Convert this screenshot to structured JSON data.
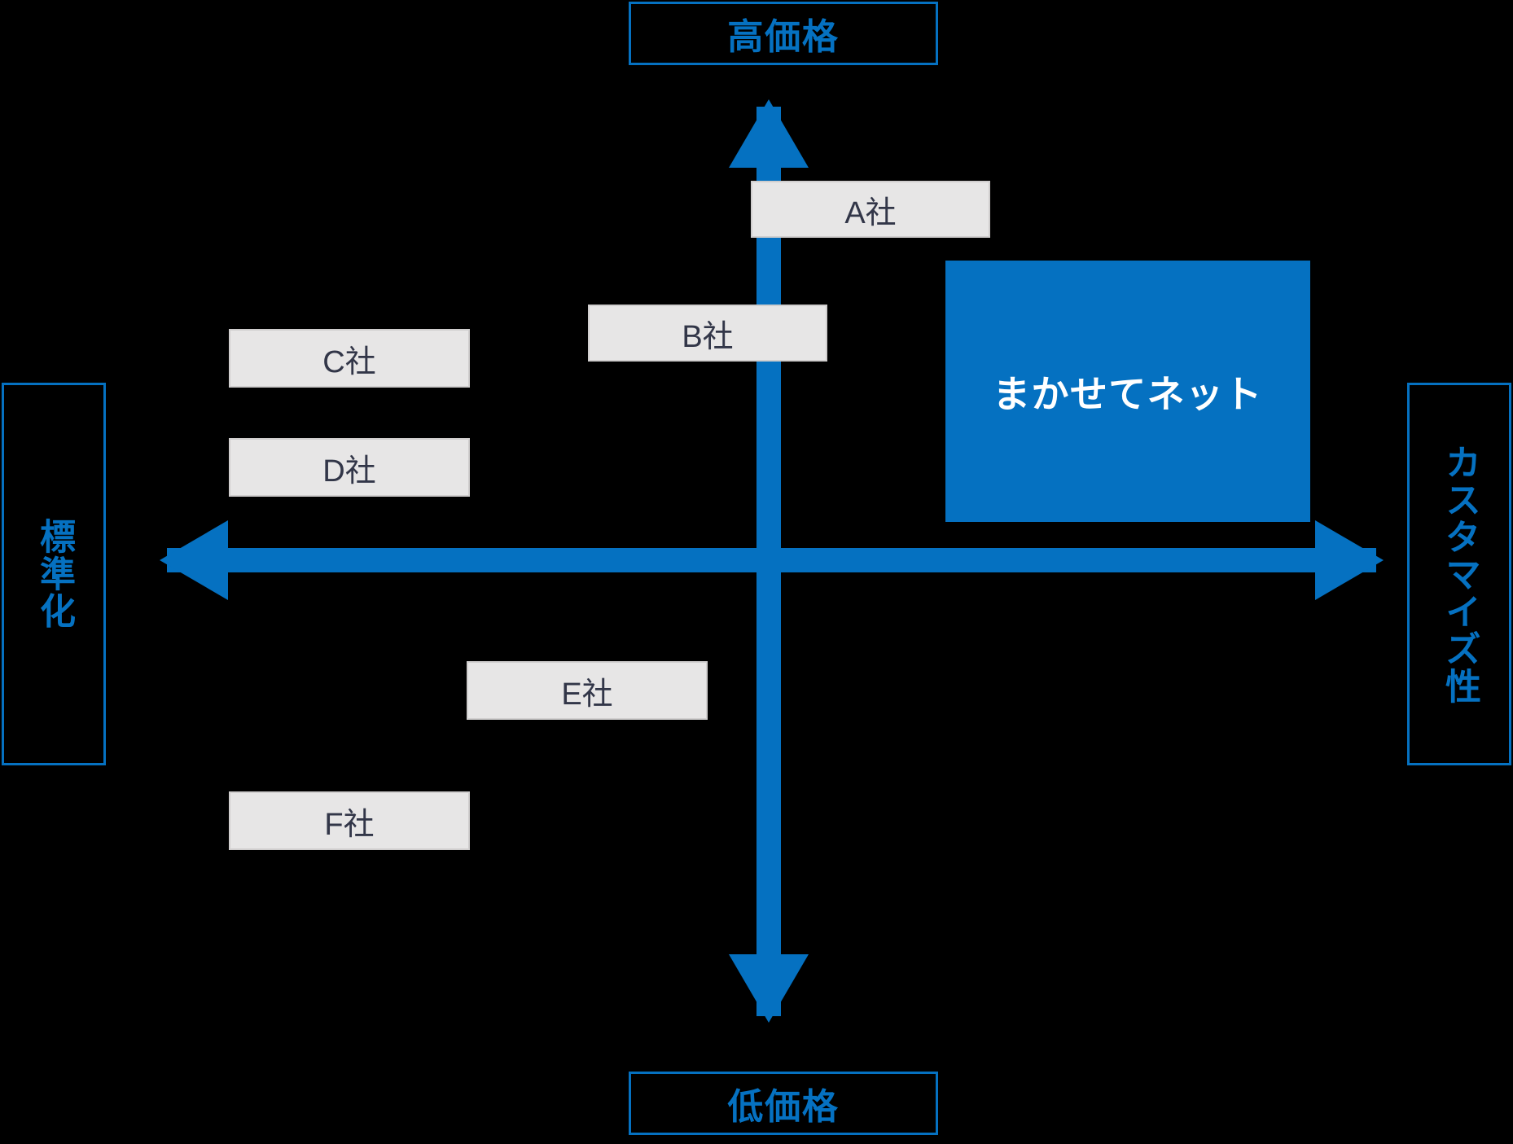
{
  "diagram": {
    "type": "positioning-map",
    "title": "",
    "accent_color": "#0571C1",
    "box_fill_color": "#E7E6E6",
    "box_border_color": "#D0CECE",
    "box_text_color": "#323648",
    "own_box_text_color": "#FFFFFF",
    "background_color": "#000000"
  },
  "axes": {
    "vertical": {
      "top_label": "高価格",
      "bottom_label": "低価格",
      "orientation": "vertical",
      "arrow_style": "double-headed"
    },
    "horizontal": {
      "left_label": "標準化",
      "right_label": "カスタマイズ性",
      "orientation": "horizontal",
      "arrow_style": "double-headed"
    }
  },
  "plot_items": [
    {
      "id": "a",
      "label": "A社",
      "kind": "competitor",
      "quadrant": "upper-center"
    },
    {
      "id": "b",
      "label": "B社",
      "kind": "competitor",
      "quadrant": "upper-center"
    },
    {
      "id": "c",
      "label": "C社",
      "kind": "competitor",
      "quadrant": "upper-left"
    },
    {
      "id": "d",
      "label": "D社",
      "kind": "competitor",
      "quadrant": "upper-left"
    },
    {
      "id": "own",
      "label": "まかせてネット",
      "kind": "own",
      "quadrant": "upper-right"
    },
    {
      "id": "e",
      "label": "E社",
      "kind": "competitor",
      "quadrant": "lower-left"
    },
    {
      "id": "f",
      "label": "F社",
      "kind": "competitor",
      "quadrant": "lower-left"
    }
  ]
}
